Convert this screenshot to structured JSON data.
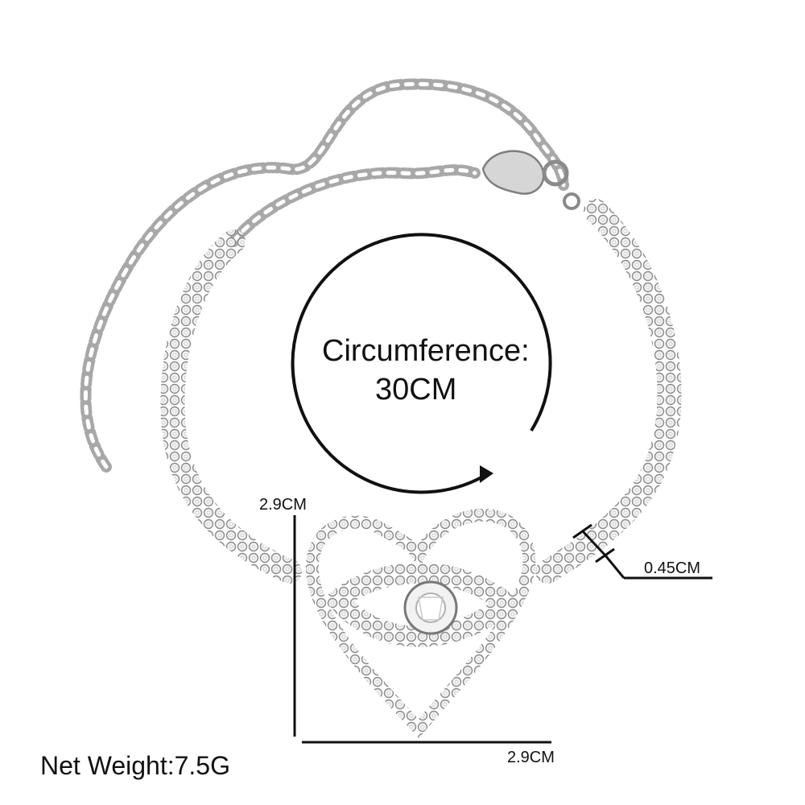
{
  "annotations": {
    "circumference_title": "Circumference:",
    "circumference_value": "30CM",
    "height_dimension": "2.9CM",
    "width_dimension": "2.9CM",
    "thickness_dimension": "0.45CM",
    "net_weight": "Net Weight:7.5G"
  },
  "colors": {
    "background": "#ffffff",
    "text": "#111111",
    "metal": "#b8b8b8",
    "metal_dark": "#8a8a8a",
    "stone": "#f4f4f4"
  },
  "illustration": {
    "subject": "rhinestone heart and evil-eye chain bracelet with extender chain and lobster clasp",
    "icons": [
      "bracelet-photo",
      "circular-arrow-icon",
      "dimension-line-icon"
    ]
  }
}
